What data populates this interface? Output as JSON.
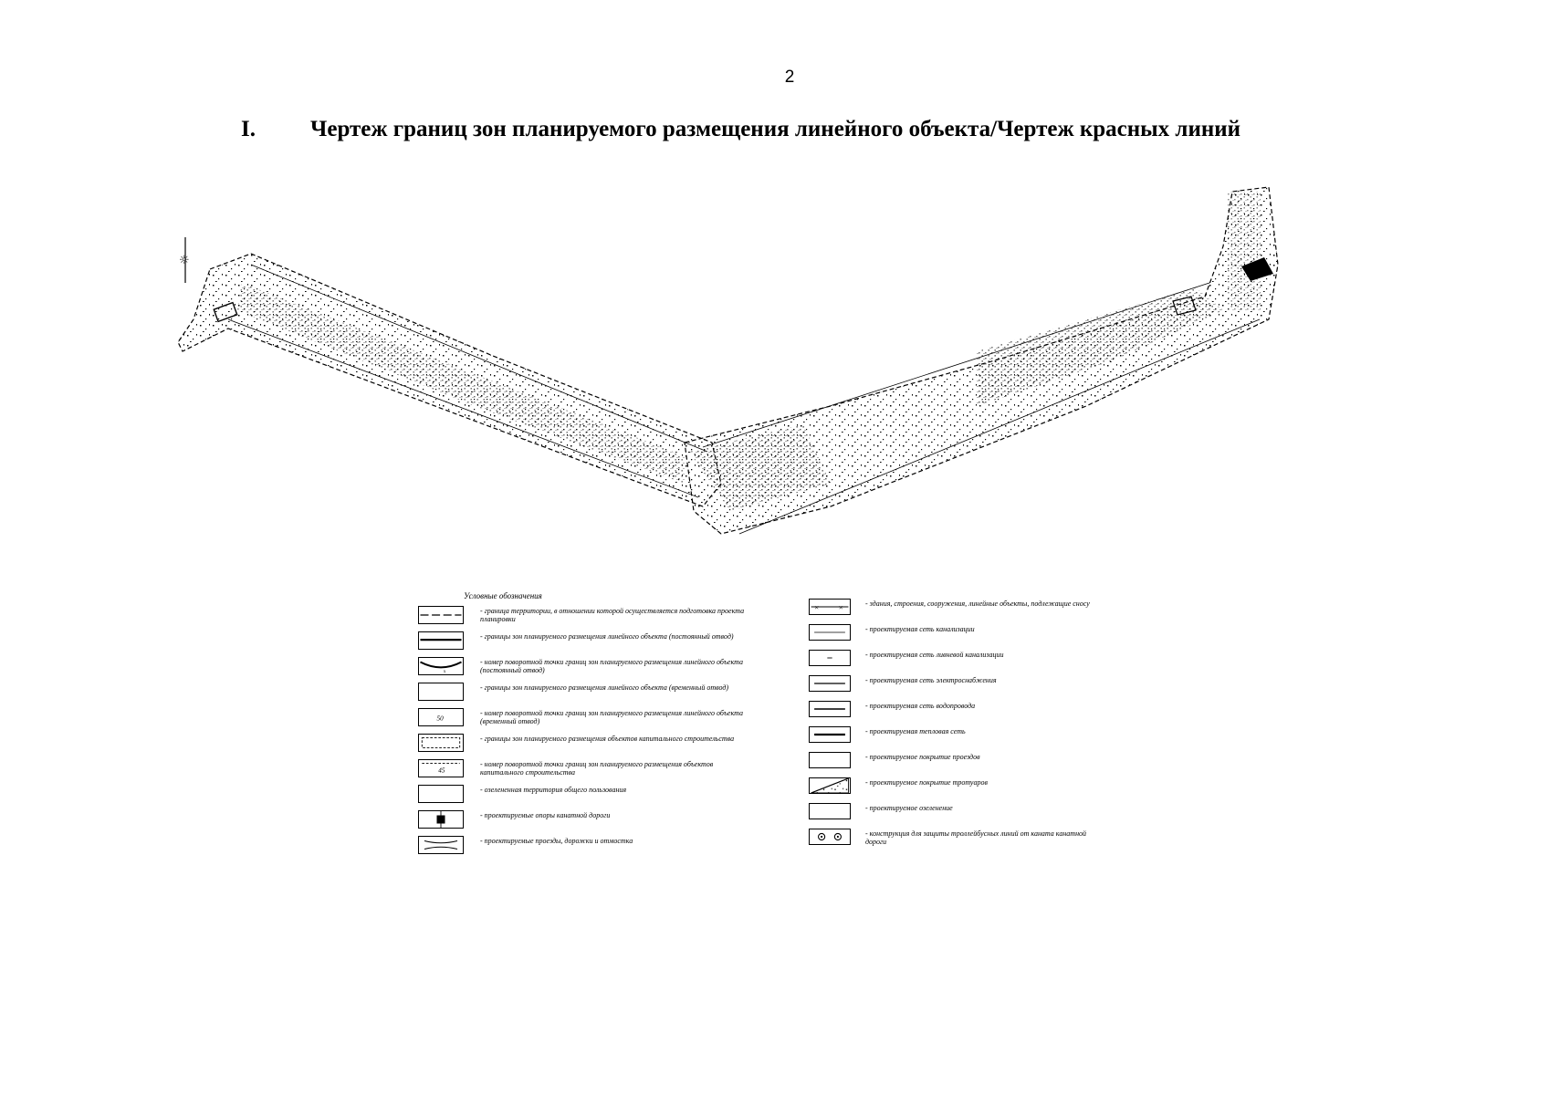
{
  "page": {
    "number": "2",
    "section_number": "I.",
    "title": "Чертеж границ зон планируемого размещения линейного объекта/Чертеж красных линий"
  },
  "legend": {
    "title": "Условные обозначения",
    "left_items": [
      {
        "icon": "territory-boundary-icon",
        "text": "- граница территории, в отношении которой осуществляется подготовка проекта планировки"
      },
      {
        "icon": "permanent-zone-boundary-icon",
        "text": "- границы зон планируемого размещения линейного объекта (постоянный отвод)"
      },
      {
        "icon": "permanent-turn-point-icon",
        "text": "- номер поворотной точки границ зон планируемого размещения линейного объекта (постоянный отвод)"
      },
      {
        "icon": "temporary-zone-boundary-icon",
        "text": "- границы зон планируемого размещения линейного объекта (временный отвод)"
      },
      {
        "icon": "temporary-turn-point-icon",
        "label": "50",
        "text": "- номер поворотной точки границ зон планируемого размещения линейного объекта (временный отвод)"
      },
      {
        "icon": "capital-construction-boundary-icon",
        "text": "- границы зон планируемого размещения объектов капитального строительства"
      },
      {
        "icon": "capital-construction-point-icon",
        "label": "45",
        "text": "- номер поворотной точки границ зон планируемого размещения объектов капитального строительства"
      },
      {
        "icon": "public-green-area-icon",
        "text": "- озелененная территория общего пользования"
      },
      {
        "icon": "cable-car-support-icon",
        "text": "- проектируемые опоры канатной дороги"
      },
      {
        "icon": "driveway-icon",
        "text": "- проектируемые проезды, дорожки и отмостка"
      }
    ],
    "right_items": [
      {
        "icon": "demolition-icon",
        "text": "- здания, строения, сооружения, линейные объекты, подлежащие сносу"
      },
      {
        "icon": "sewer-network-icon",
        "text": "- проектируемая сеть канализации"
      },
      {
        "icon": "storm-sewer-icon",
        "text": "- проектируемая сеть ливневой канализации"
      },
      {
        "icon": "power-network-icon",
        "text": "- проектируемая сеть электроснабжения"
      },
      {
        "icon": "water-network-icon",
        "text": "- проектируемая сеть водопровода"
      },
      {
        "icon": "heat-network-icon",
        "text": "- проектируемая тепловая сеть"
      },
      {
        "icon": "driveway-surface-icon",
        "text": "- проектируемое покрытие проездов"
      },
      {
        "icon": "sidewalk-surface-icon",
        "text": "- проектируемое покрытие тротуаров"
      },
      {
        "icon": "landscaping-icon",
        "text": "- проектируемое озеленение"
      },
      {
        "icon": "protection-structure-icon",
        "text": "- конструкция для защиты троллейбусных линий от каната канатной дороги"
      }
    ]
  }
}
